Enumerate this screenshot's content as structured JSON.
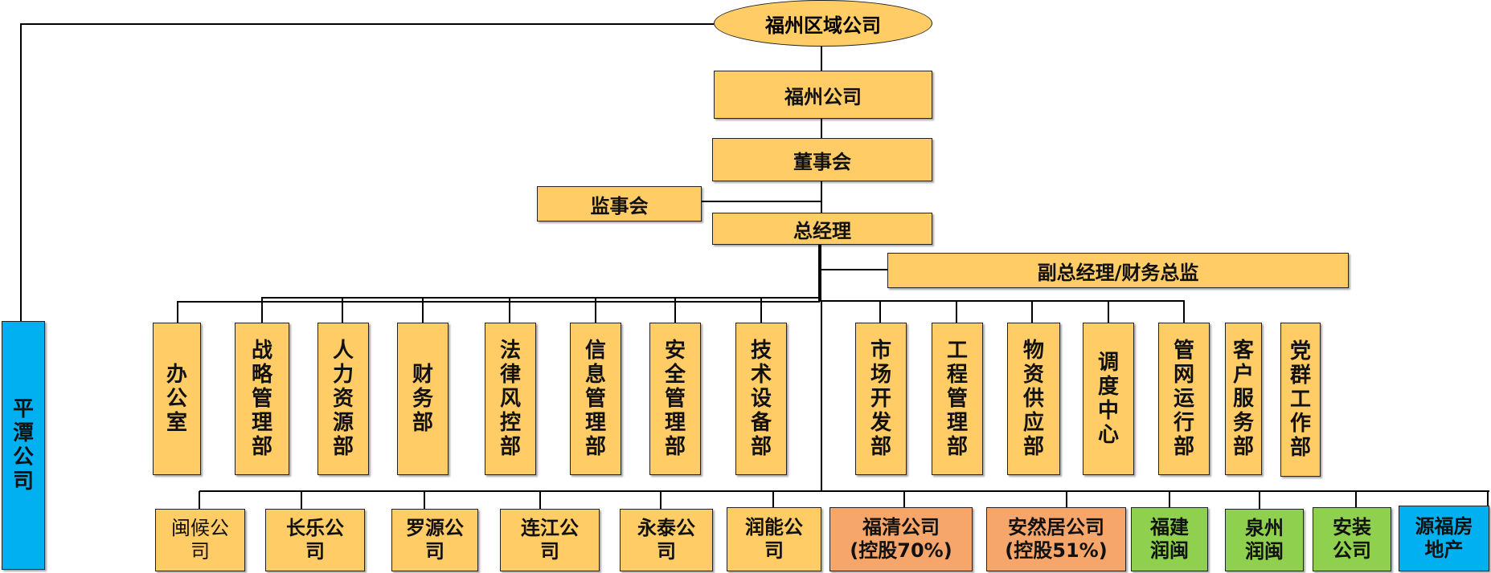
{
  "top": {
    "region": "福州区域公司"
  },
  "company": "福州公司",
  "board": "董事会",
  "supervisors": "监事会",
  "gm": "总经理",
  "deputy": "副总经理/财务总监",
  "pingtan": "平潭公司",
  "departments": [
    "办公室",
    "战略管理部",
    "人力资源部",
    "财务部",
    "法律风控部",
    "信息管理部",
    "安全管理部",
    "技术设备部",
    "市场开发部",
    "工程管理部",
    "物资供应部",
    "调度中心",
    "管网运行部",
    "客户服务部",
    "党群工作部"
  ],
  "subsidiaries": [
    {
      "line1": "闽候公",
      "line2": "司"
    },
    {
      "line1": "长乐公",
      "line2": "司"
    },
    {
      "line1": "罗源公",
      "line2": "司"
    },
    {
      "line1": "连江公",
      "line2": "司"
    },
    {
      "line1": "永泰公",
      "line2": "司"
    },
    {
      "line1": "润能公",
      "line2": "司"
    },
    {
      "line1": "福清公司",
      "line2": "(控股70%)"
    },
    {
      "line1": "安然居公司",
      "line2": "(控股51%)"
    },
    {
      "line1": "福建",
      "line2": "润闽"
    },
    {
      "line1": "泉州",
      "line2": "润闽"
    },
    {
      "line1": "安装",
      "line2": "公司"
    },
    {
      "line1": "源福房",
      "line2": "地产"
    }
  ],
  "colors": {
    "yellow": "#ffcc66",
    "orange": "#f7a66b",
    "green": "#8fd14f",
    "blue": "#00b0f0"
  }
}
